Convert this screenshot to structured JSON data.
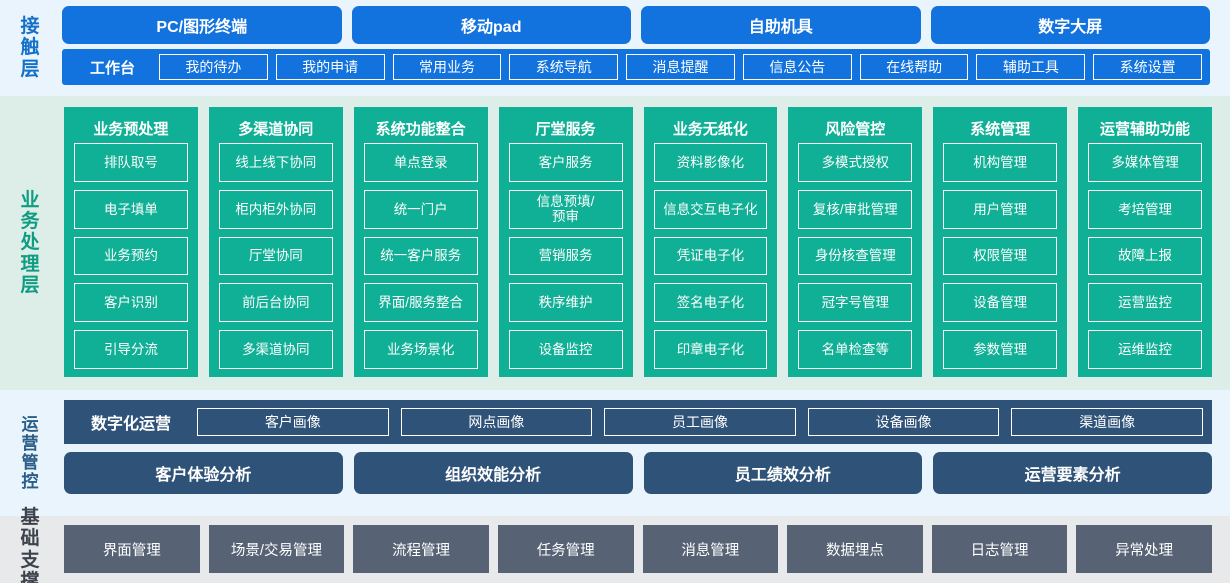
{
  "contact_layer": {
    "label": "接触层",
    "accent": "#1272de",
    "channels": [
      {
        "label": "PC/图形终端"
      },
      {
        "label": "移动pad"
      },
      {
        "label": "自助机具"
      },
      {
        "label": "数字大屏"
      }
    ],
    "workbench_title": "工作台",
    "workbench_items": [
      {
        "label": "我的待办"
      },
      {
        "label": "我的申请"
      },
      {
        "label": "常用业务"
      },
      {
        "label": "系统导航"
      },
      {
        "label": "消息提醒"
      },
      {
        "label": "信息公告"
      },
      {
        "label": "在线帮助"
      },
      {
        "label": "辅助工具"
      },
      {
        "label": "系统设置"
      }
    ]
  },
  "business_layer": {
    "label": "业务处理层",
    "accent": "#10b096",
    "columns": [
      {
        "title": "业务预处理",
        "items": [
          {
            "label": "排队取号"
          },
          {
            "label": "电子填单"
          },
          {
            "label": "业务预约"
          },
          {
            "label": "客户识别"
          },
          {
            "label": "引导分流"
          }
        ]
      },
      {
        "title": "多渠道协同",
        "items": [
          {
            "label": "线上线下协同"
          },
          {
            "label": "柜内柜外协同"
          },
          {
            "label": "厅堂协同"
          },
          {
            "label": "前后台协同"
          },
          {
            "label": "多渠道协同"
          }
        ]
      },
      {
        "title": "系统功能整合",
        "items": [
          {
            "label": "单点登录"
          },
          {
            "label": "统一门户"
          },
          {
            "label": "统一客户服务"
          },
          {
            "label": "界面/服务整合"
          },
          {
            "label": "业务场景化"
          }
        ]
      },
      {
        "title": "厅堂服务",
        "items": [
          {
            "label": "客户服务"
          },
          {
            "label": "信息预填/\n预审"
          },
          {
            "label": "营销服务"
          },
          {
            "label": "秩序维护"
          },
          {
            "label": "设备监控"
          }
        ]
      },
      {
        "title": "业务无纸化",
        "items": [
          {
            "label": "资料影像化"
          },
          {
            "label": "信息交互电子化"
          },
          {
            "label": "凭证电子化"
          },
          {
            "label": "签名电子化"
          },
          {
            "label": "印章电子化"
          }
        ]
      },
      {
        "title": "风险管控",
        "items": [
          {
            "label": "多模式授权"
          },
          {
            "label": "复核/审批管理"
          },
          {
            "label": "身份核查管理"
          },
          {
            "label": "冠字号管理"
          },
          {
            "label": "名单检查等"
          }
        ]
      },
      {
        "title": "系统管理",
        "items": [
          {
            "label": "机构管理"
          },
          {
            "label": "用户管理"
          },
          {
            "label": "权限管理"
          },
          {
            "label": "设备管理"
          },
          {
            "label": "参数管理"
          }
        ]
      },
      {
        "title": "运营辅助功能",
        "items": [
          {
            "label": "多媒体管理"
          },
          {
            "label": "考培管理"
          },
          {
            "label": "故障上报"
          },
          {
            "label": "运营监控"
          },
          {
            "label": "运维监控"
          }
        ]
      }
    ]
  },
  "ops_layer": {
    "label": "运营管控",
    "accent": "#2f5378",
    "digital_title": "数字化运营",
    "portraits": [
      {
        "label": "客户画像"
      },
      {
        "label": "网点画像"
      },
      {
        "label": "员工画像"
      },
      {
        "label": "设备画像"
      },
      {
        "label": "渠道画像"
      }
    ],
    "analysis": [
      {
        "label": "客户体验分析"
      },
      {
        "label": "组织效能分析"
      },
      {
        "label": "员工绩效分析"
      },
      {
        "label": "运营要素分析"
      }
    ]
  },
  "foundation_layer": {
    "label": "基础支撑",
    "accent": "#576275",
    "items": [
      {
        "label": "界面管理"
      },
      {
        "label": "场景/交易管理"
      },
      {
        "label": "流程管理"
      },
      {
        "label": "任务管理"
      },
      {
        "label": "消息管理"
      },
      {
        "label": "数据埋点"
      },
      {
        "label": "日志管理"
      },
      {
        "label": "异常处理"
      }
    ]
  }
}
